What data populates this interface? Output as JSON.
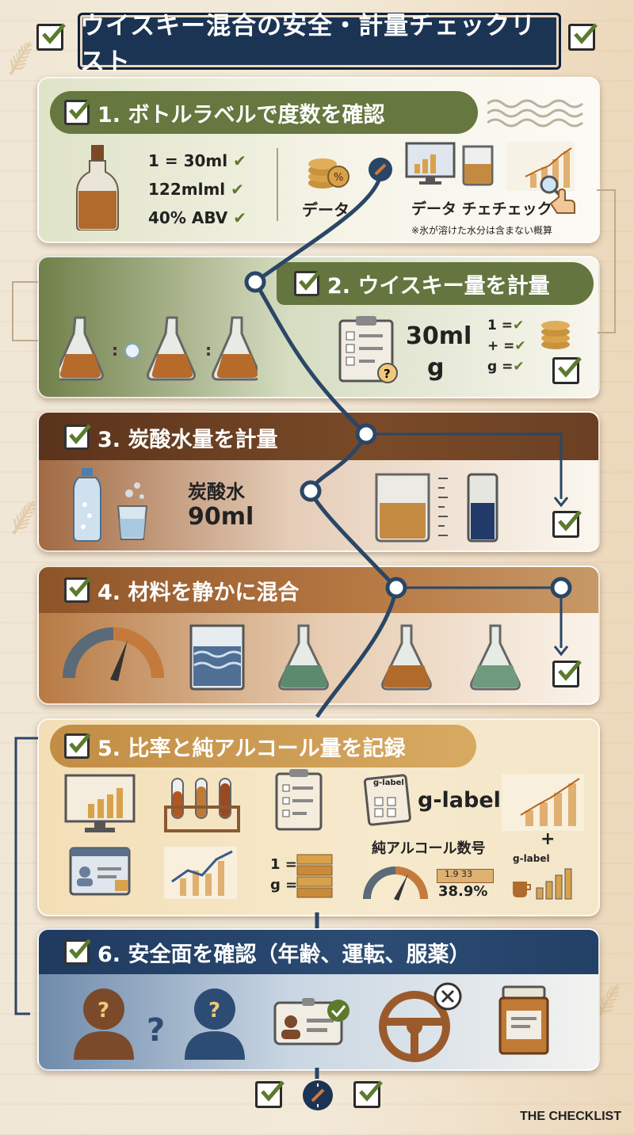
{
  "title": "ウイスキー混合の安全・計量チェックリスト",
  "step1": {
    "label": "1. ボトルラベルで度数を確認",
    "lines": [
      "1 = 30ml",
      "122mlml",
      "40% ABV"
    ],
    "data_label": "データ",
    "data_check_label": "データ チェチェック",
    "note": "※氷が溶けた水分は含まない概算"
  },
  "step2": {
    "label": "2. ウイスキー量を計量",
    "amount_line1": "30ml",
    "amount_line2": "g",
    "mini_lines": [
      "1 =",
      "+ =",
      "g ="
    ]
  },
  "step3": {
    "label": "3. 炭酸水量を計量",
    "text_line1": "炭酸水",
    "text_line2": "90ml"
  },
  "step4": {
    "label": "4. 材料を静かに混合"
  },
  "step5": {
    "label": "5. 比率と純アルコール量を記録",
    "glabel_big": "g-label",
    "glabel_small": "g-label",
    "clip_label": "g-label",
    "pure_alcohol_label": "純アルコール数号",
    "meter_value": "38.9%",
    "meter_small": "1.9 33",
    "formula_lines": [
      "1 =",
      "g ="
    ],
    "plus": "+"
  },
  "step6": {
    "label": "6. 安全面を確認（年齢、運転、服薬）"
  },
  "footer": "THE CHECKLIST",
  "colors": {
    "navy": "#1c3454",
    "olive": "#6b7c45",
    "brown": "#6b3f22",
    "orange_brown": "#9a5a2c",
    "gold": "#c79a4f",
    "check_green": "#5c7a2c"
  }
}
